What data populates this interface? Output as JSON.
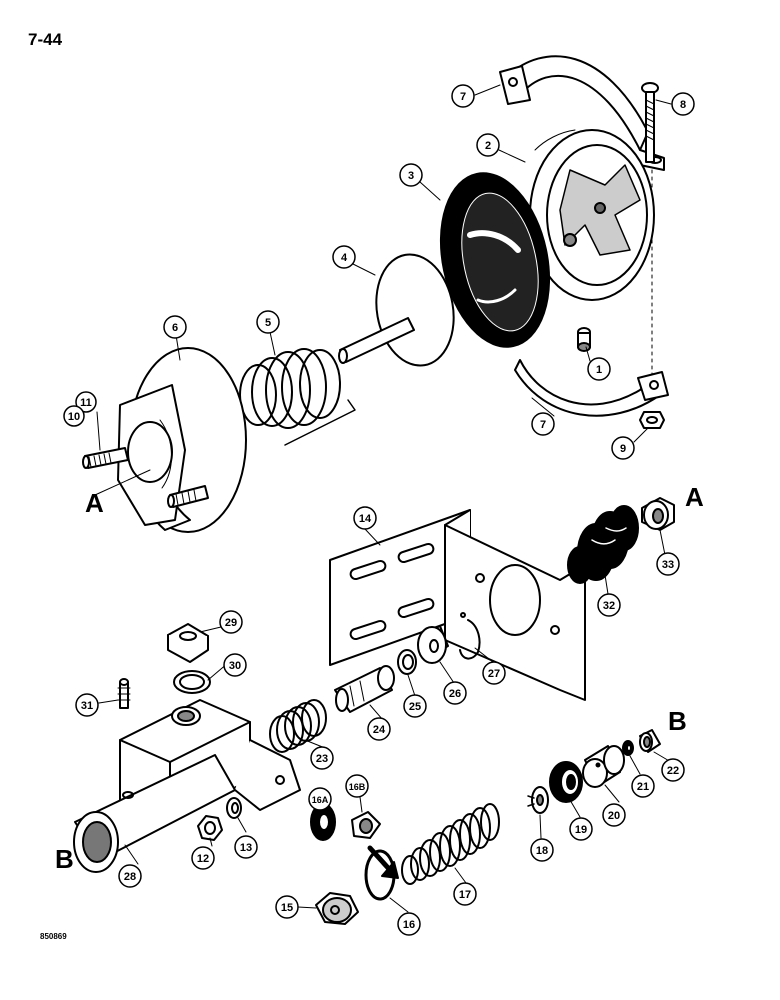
{
  "page_number": "7-44",
  "drawing_code": "850869",
  "callouts": [
    "1",
    "2",
    "3",
    "4",
    "5",
    "6",
    "7",
    "7",
    "8",
    "9",
    "10",
    "11",
    "12",
    "13",
    "14",
    "15",
    "16",
    "16A",
    "16B",
    "17",
    "18",
    "19",
    "20",
    "21",
    "22",
    "23",
    "24",
    "25",
    "26",
    "27",
    "28",
    "29",
    "30",
    "31",
    "32",
    "33"
  ],
  "letters": [
    "A",
    "A",
    "B",
    "B"
  ]
}
